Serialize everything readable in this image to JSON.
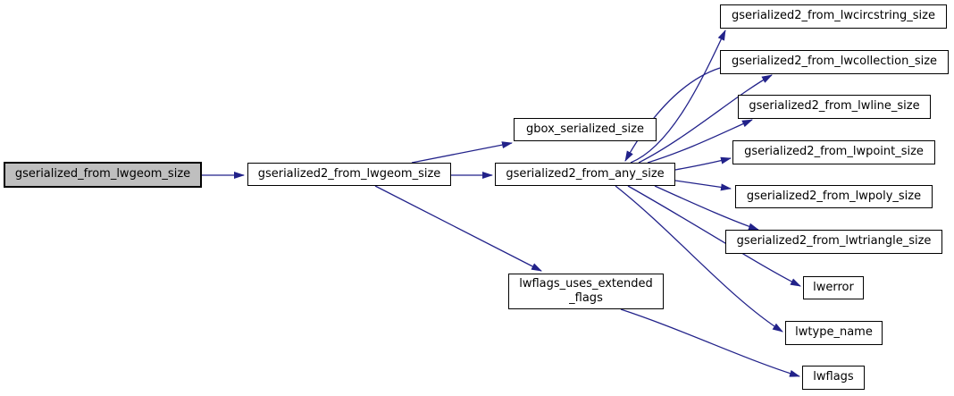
{
  "diagram": {
    "type": "doxygen-call-graph",
    "colors": {
      "background": "#FFFFFF",
      "edge": "#22228A",
      "node_fill": "#FFFFFF",
      "node_border": "#000000",
      "current_node_fill": "#BFBFBF"
    }
  },
  "nodes": [
    {
      "id": "gserialized_from_lwgeom_size",
      "label": "gserialized_from_lwgeom_size",
      "current": true
    },
    {
      "id": "gserialized2_from_lwgeom_size",
      "label": "gserialized2_from_lwgeom_size",
      "current": false
    },
    {
      "id": "gbox_serialized_size",
      "label": "gbox_serialized_size",
      "current": false
    },
    {
      "id": "gserialized2_from_any_size",
      "label": "gserialized2_from_any_size",
      "current": false
    },
    {
      "id": "lwflags_uses_extended_flags",
      "line1": "lwflags_uses_extended",
      "line2": "_flags",
      "current": false
    },
    {
      "id": "gserialized2_from_lwcircstring_size",
      "label": "gserialized2_from_lwcircstring_size",
      "current": false
    },
    {
      "id": "gserialized2_from_lwcollection_size",
      "label": "gserialized2_from_lwcollection_size",
      "current": false
    },
    {
      "id": "gserialized2_from_lwline_size",
      "label": "gserialized2_from_lwline_size",
      "current": false
    },
    {
      "id": "gserialized2_from_lwpoint_size",
      "label": "gserialized2_from_lwpoint_size",
      "current": false
    },
    {
      "id": "gserialized2_from_lwpoly_size",
      "label": "gserialized2_from_lwpoly_size",
      "current": false
    },
    {
      "id": "gserialized2_from_lwtriangle_size",
      "label": "gserialized2_from_lwtriangle_size",
      "current": false
    },
    {
      "id": "lwerror",
      "label": "lwerror",
      "current": false
    },
    {
      "id": "lwtype_name",
      "label": "lwtype_name",
      "current": false
    },
    {
      "id": "lwflags",
      "label": "lwflags",
      "current": false
    }
  ],
  "edges": [
    {
      "from": "gserialized_from_lwgeom_size",
      "to": "gserialized2_from_lwgeom_size"
    },
    {
      "from": "gserialized2_from_lwgeom_size",
      "to": "gbox_serialized_size"
    },
    {
      "from": "gserialized2_from_lwgeom_size",
      "to": "gserialized2_from_any_size"
    },
    {
      "from": "gserialized2_from_lwgeom_size",
      "to": "lwflags_uses_extended_flags"
    },
    {
      "from": "gserialized2_from_any_size",
      "to": "gserialized2_from_lwcircstring_size"
    },
    {
      "from": "gserialized2_from_any_size",
      "to": "gserialized2_from_lwcollection_size"
    },
    {
      "from": "gserialized2_from_any_size",
      "to": "gserialized2_from_lwline_size"
    },
    {
      "from": "gserialized2_from_any_size",
      "to": "gserialized2_from_lwpoint_size"
    },
    {
      "from": "gserialized2_from_any_size",
      "to": "gserialized2_from_lwpoly_size"
    },
    {
      "from": "gserialized2_from_any_size",
      "to": "gserialized2_from_lwtriangle_size"
    },
    {
      "from": "gserialized2_from_any_size",
      "to": "lwerror"
    },
    {
      "from": "gserialized2_from_any_size",
      "to": "lwtype_name"
    },
    {
      "from": "lwflags_uses_extended_flags",
      "to": "lwflags"
    },
    {
      "from": "gserialized2_from_lwcollection_size",
      "to": "gserialized2_from_any_size"
    }
  ]
}
